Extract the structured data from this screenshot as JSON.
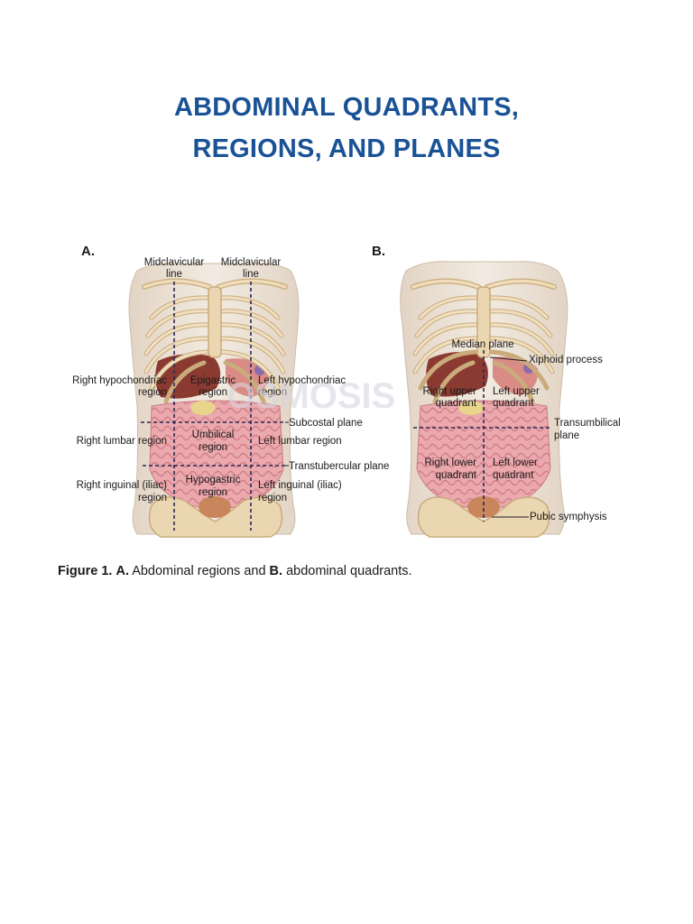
{
  "title": {
    "line1": "ABDOMINAL QUADRANTS,",
    "line2": "REGIONS, AND PLANES"
  },
  "watermark": "OSMOSIS",
  "figure_a": {
    "letter": "A.",
    "mcl_left_1": "Midclavicular",
    "mcl_left_2": "line",
    "mcl_right_1": "Midclavicular",
    "mcl_right_2": "line",
    "right_hypochondriac_1": "Right hypochondriac",
    "right_hypochondriac_2": "region",
    "epigastric_1": "Epigastric",
    "epigastric_2": "region",
    "left_hypochondriac_1": "Left hypochondriac",
    "left_hypochondriac_2": "region",
    "subcostal_plane": "Subcostal plane",
    "right_lumbar": "Right lumbar region",
    "umbilical_1": "Umbilical",
    "umbilical_2": "region",
    "left_lumbar": "Left lumbar region",
    "transtubercular_plane": "Transtubercular plane",
    "right_inguinal_1": "Right inguinal (iliac)",
    "right_inguinal_2": "region",
    "hypogastric_1": "Hypogastric",
    "hypogastric_2": "region",
    "left_inguinal_1": "Left inguinal (iliac)",
    "left_inguinal_2": "region"
  },
  "figure_b": {
    "letter": "B.",
    "median_plane": "Median plane",
    "xiphoid_process": "Xiphoid process",
    "ruq_1": "Right upper",
    "ruq_2": "quadrant",
    "luq_1": "Left upper",
    "luq_2": "quadrant",
    "transumbilical_1": "Transumbilical",
    "transumbilical_2": "plane",
    "rlq_1": "Right lower",
    "rlq_2": "quadrant",
    "llq_1": "Left lower",
    "llq_2": "quadrant",
    "pubic_symphysis": "Pubic symphysis"
  },
  "caption": {
    "figure_label": "Figure 1.",
    "a_label": "A.",
    "a_text": " Abdominal regions and ",
    "b_label": "B.",
    "b_text": " abdominal quadrants."
  },
  "colors": {
    "title": "#1a5296",
    "skin": "#eaded0",
    "bone": "#e8d3ae",
    "bone_stroke": "#c9ab7c",
    "intestine": "#e8a0a6",
    "liver": "#8a3a30",
    "dashed_line": "#2d2a55"
  }
}
